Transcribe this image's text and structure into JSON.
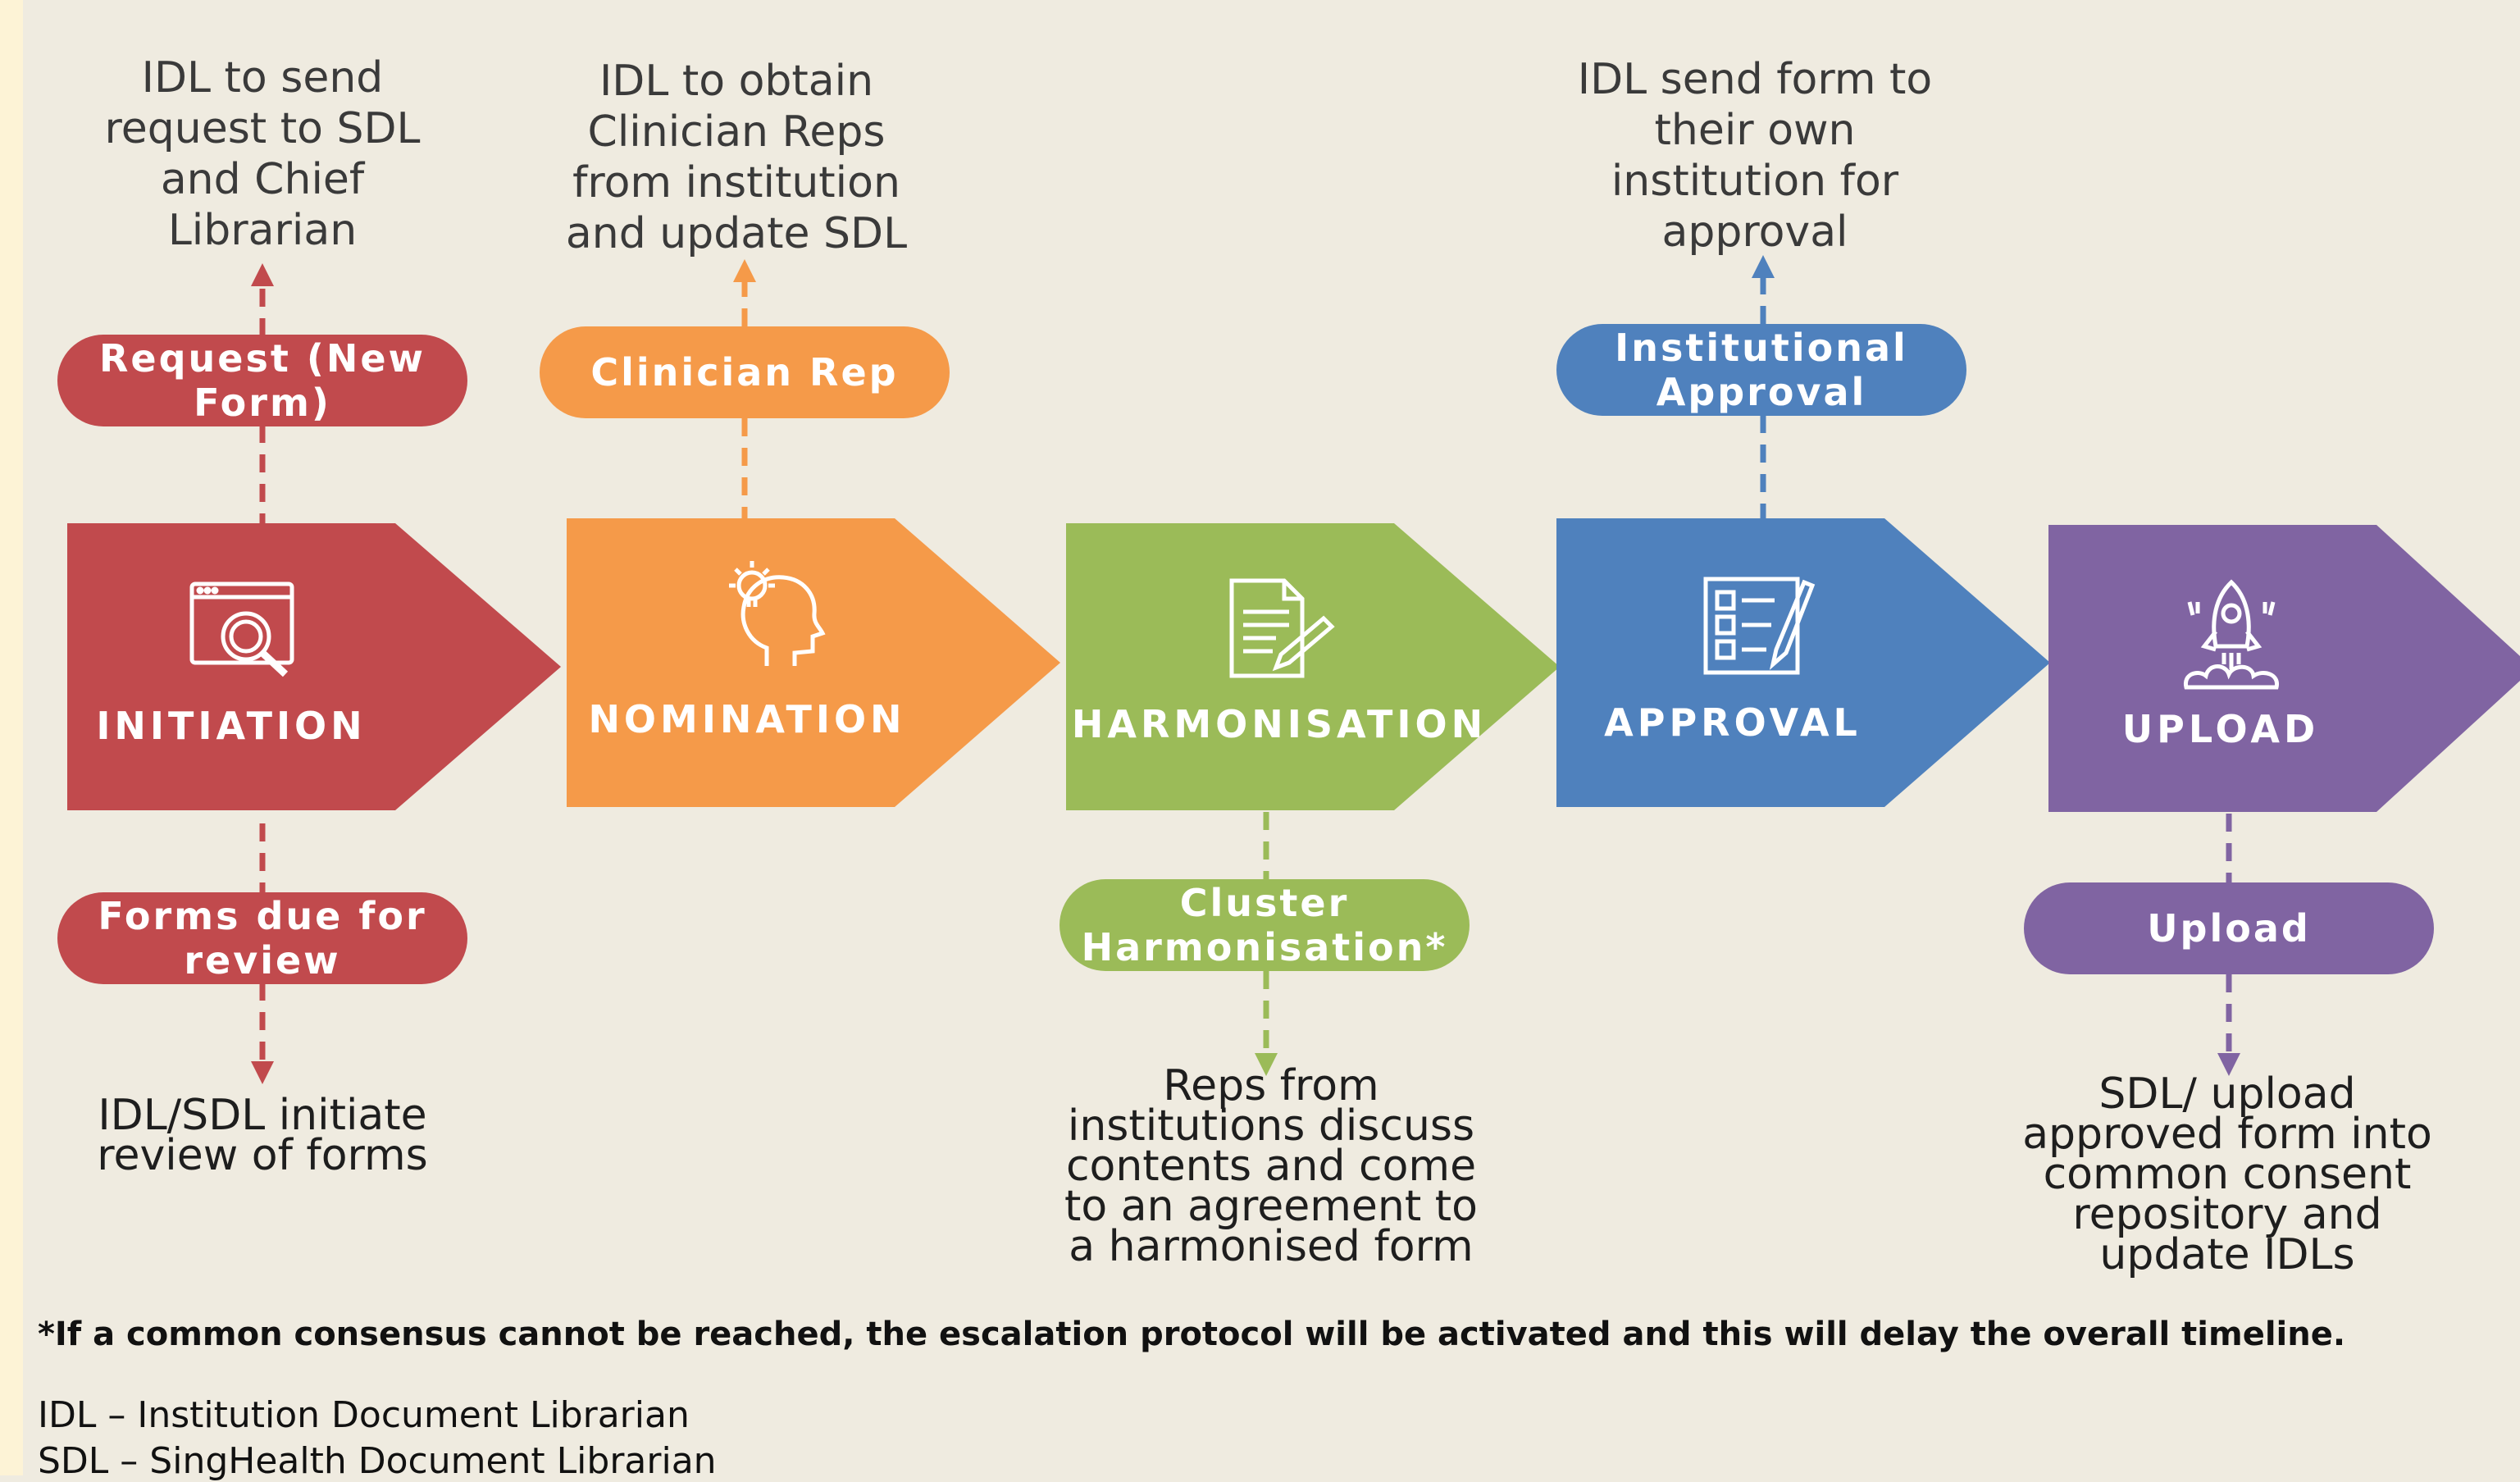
{
  "stages": [
    {
      "label": "INITIATION",
      "icon": "magnifier-browser-icon",
      "color": "#c14a4d"
    },
    {
      "label": "NOMINATION",
      "icon": "lightbulb-head-icon",
      "color": "#f59a49"
    },
    {
      "label": "HARMONISATION",
      "icon": "document-pen-icon",
      "color": "#9bbb58"
    },
    {
      "label": "APPROVAL",
      "icon": "checklist-pen-icon",
      "color": "#4f81bd"
    },
    {
      "label": "UPLOAD",
      "icon": "rocket-icon",
      "color": "#8064a2"
    }
  ],
  "pills": {
    "request": "Request (New Form)",
    "forms_due": "Forms due for review",
    "clinician_rep": "Clinician Rep",
    "cluster": "Cluster Harmonisation*",
    "institutional": "Institutional Approval",
    "upload": "Upload"
  },
  "notes": {
    "request": "IDL to send request to SDL and Chief Librarian",
    "forms_due": "IDL/SDL initiate review of forms",
    "clinician_rep": "IDL to obtain Clinician Reps from institution and update SDL",
    "cluster": "Reps from institutions discuss contents and come to an agreement to a harmonised form",
    "institutional": "IDL send form to their own institution for approval",
    "upload": "SDL/ upload approved form into common consent repository and update IDLs"
  },
  "footnote": "*If a common consensus cannot be reached, the escalation protocol will be activated and this will delay the overall timeline.",
  "legend": [
    "IDL – Institution Document Librarian",
    "SDL – SingHealth Document Librarian"
  ]
}
